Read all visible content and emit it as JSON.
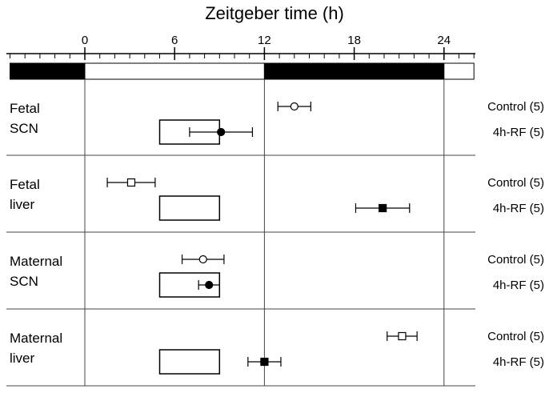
{
  "chart_data": {
    "type": "scatter",
    "title": "Zeitgeber time (h)",
    "xlim": [
      -5,
      26
    ],
    "major_ticks": [
      0,
      6,
      12,
      18,
      24
    ],
    "minor_tick_step": 1,
    "light_dark_bar": [
      {
        "from": -5,
        "to": 0,
        "phase": "dark"
      },
      {
        "from": 0,
        "to": 12,
        "phase": "light"
      },
      {
        "from": 12,
        "to": 24,
        "phase": "dark"
      },
      {
        "from": 24,
        "to": 26,
        "phase": "light"
      }
    ],
    "feeding_window": {
      "from": 5,
      "to": 9
    },
    "groups": [
      {
        "label_lines": [
          "Fetal",
          "SCN"
        ],
        "feeding_box": true,
        "points": [
          {
            "series": "Control (5)",
            "marker": "open-circle",
            "x": 14.0,
            "err": 1.1
          },
          {
            "series": "4h-RF (5)",
            "marker": "filled-circle",
            "x": 9.1,
            "err": 2.1
          }
        ]
      },
      {
        "label_lines": [
          "Fetal",
          "liver"
        ],
        "feeding_box": true,
        "points": [
          {
            "series": "Control (5)",
            "marker": "open-square",
            "x": 3.1,
            "err": 1.6
          },
          {
            "series": "4h-RF (5)",
            "marker": "filled-square",
            "x": 19.9,
            "err": 1.8
          }
        ]
      },
      {
        "label_lines": [
          "Maternal",
          "SCN"
        ],
        "feeding_box": true,
        "points": [
          {
            "series": "Control (5)",
            "marker": "open-circle",
            "x": 7.9,
            "err": 1.4
          },
          {
            "series": "4h-RF (5)",
            "marker": "filled-circle",
            "x": 8.3,
            "err": 0.7
          }
        ]
      },
      {
        "label_lines": [
          "Maternal",
          "liver"
        ],
        "feeding_box": true,
        "points": [
          {
            "series": "Control (5)",
            "marker": "open-square",
            "x": 21.2,
            "err": 1.0
          },
          {
            "series": "4h-RF (5)",
            "marker": "filled-square",
            "x": 12.0,
            "err": 1.1
          }
        ]
      }
    ]
  }
}
